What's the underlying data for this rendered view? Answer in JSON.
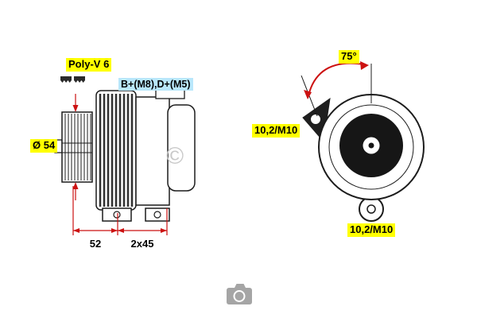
{
  "diagram": {
    "side_view": {
      "belt_label": "Poly-V 6",
      "terminal_label": "B+(M8),D+(M5)",
      "pulley_diameter_label": "Ø 54",
      "dim_front": "52",
      "dim_rear": "2x45"
    },
    "rear_view": {
      "angle_label": "75°",
      "mount_hole_top_label": "10,2/M10",
      "mount_hole_bottom_label": "10,2/M10"
    },
    "watermark": "©"
  },
  "colors": {
    "highlight_yellow": "#ffff00",
    "highlight_blue": "#b9e7fb",
    "dimension_red": "#cc1111",
    "line_black": "#1c1c1c",
    "watermark_gray": "#c9c9c9",
    "camera_gray": "#a5a5a5"
  }
}
